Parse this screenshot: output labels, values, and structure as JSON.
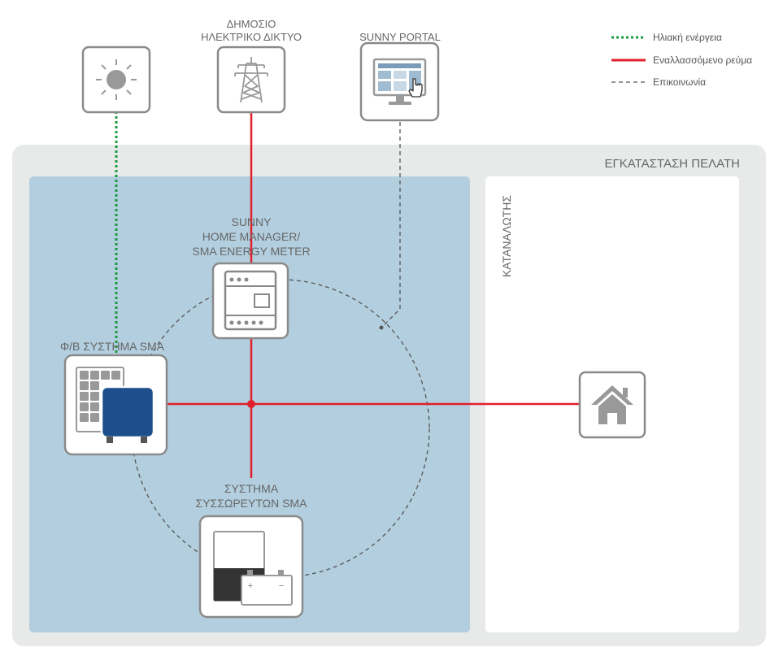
{
  "legend": {
    "solar_label": "Ηλιακή ενέργεια",
    "ac_label": "Εναλλασσόμενο ρεύμα",
    "comm_label": "Επικοινωνία"
  },
  "labels": {
    "grid_line1": "ΔΗΜΟΣΙΟ",
    "grid_line2": "ΗΛΕΚΤΡΙΚΟ ΔΙΚΤΥΟ",
    "portal": "SUNNY PORTAL",
    "installation": "ΕΓΚΑΤΑΣΤΑΣΗ ΠΕΛΑΤΗ",
    "consumer": "ΚΑΤΑΝΑΛΩΤΗΣ",
    "meter_line1": "SUNNY",
    "meter_line2": "HOME MANAGER/",
    "meter_line3": "SMA ENERGY METER",
    "pv_system": "Φ/Β ΣΥΣΤΗΜΑ SMA",
    "battery_line1": "ΣΥΣΤΗΜΑ",
    "battery_line2": "ΣΥΣΣΩΡΕΥΤΩΝ SMA",
    "battery_plus": "+",
    "battery_minus": "−"
  },
  "colors": {
    "solar": "#1a9a3c",
    "ac": "#e2202c",
    "comm": "#555555",
    "installation_bg": "#e8eaea",
    "system_bg": "#b3cfdf",
    "inverter": "#1d4f8c",
    "text": "#666666"
  }
}
